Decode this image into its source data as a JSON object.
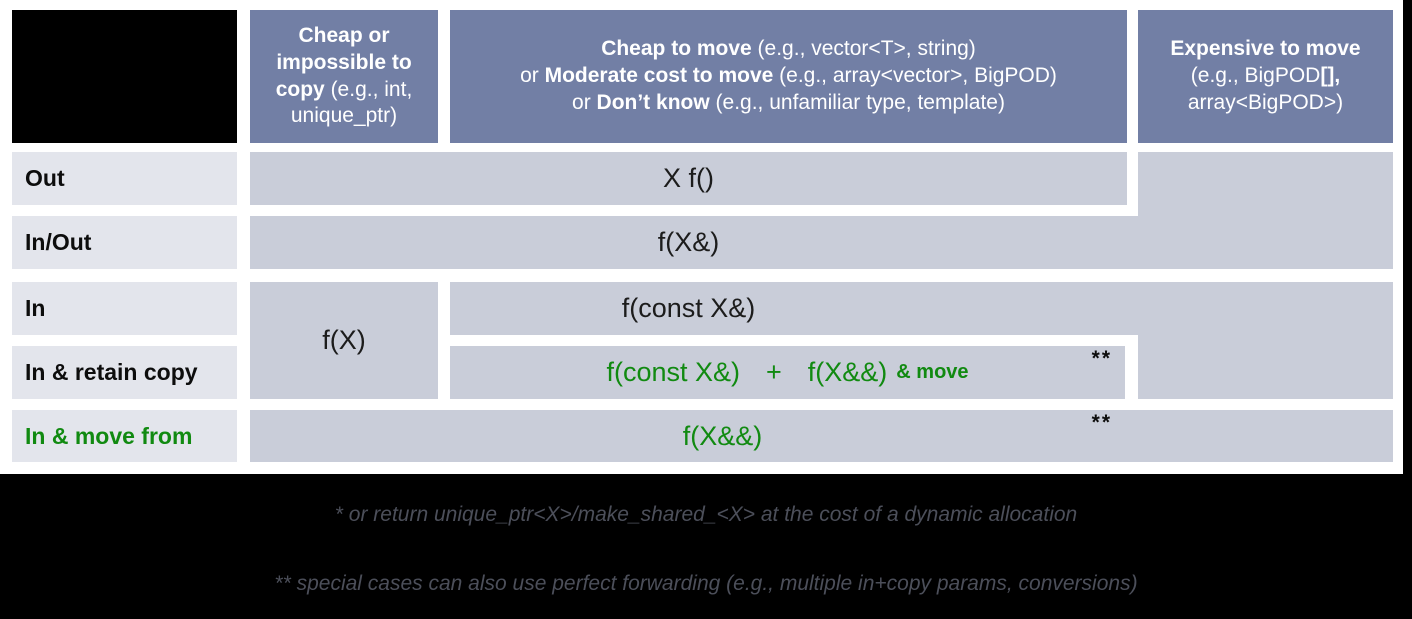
{
  "colors": {
    "header_bg": "#727FA5",
    "cell_bg": "#C9CDD9",
    "label_bg": "#E3E5EC",
    "green": "#118A11",
    "footnote_text": "#4C4F5A"
  },
  "table": {
    "col_headers": {
      "cheap_copy": {
        "bold": "Cheap or impossible to copy",
        "rest": " (e.g., int, unique_ptr)"
      },
      "cheap_move": {
        "line1_bold": "Cheap to move",
        "line1_rest": " (e.g., vector<T>, string)",
        "line2_prefix": "or ",
        "line2_bold": "Moderate cost to move",
        "line2_rest": " (e.g., array<vector>, BigPOD)",
        "line3_prefix": "or ",
        "line3_bold": "Don’t know",
        "line3_rest": " (e.g., unfamiliar type, template)"
      },
      "expensive_move": {
        "line1_bold": "Expensive to move",
        "line2_rest": "(e.g., BigPOD",
        "line2_bold": "[],",
        "line3": "array<BigPOD>)"
      }
    },
    "row_headers": {
      "out": "Out",
      "in_out": "In/Out",
      "in": "In",
      "in_retain": "In & retain copy",
      "in_move": "In & move from"
    },
    "cells": {
      "out": "X f()",
      "in_out": "f(X&)",
      "cheap_copy_in": "f(X)",
      "in_const_ref": "f(const X&)",
      "retain_a": "f(const X&)",
      "retain_plus": "+",
      "retain_b": "f(X&&)",
      "retain_suffix": "& move",
      "retain_note": "**",
      "move": "f(X&&)",
      "move_note": "**"
    }
  },
  "footnotes": {
    "line1": "* or return unique_ptr<X>/make_shared_<X> at the cost of a dynamic allocation",
    "line2": "** special cases can also use perfect forwarding (e.g., multiple in+copy params, conversions)"
  }
}
